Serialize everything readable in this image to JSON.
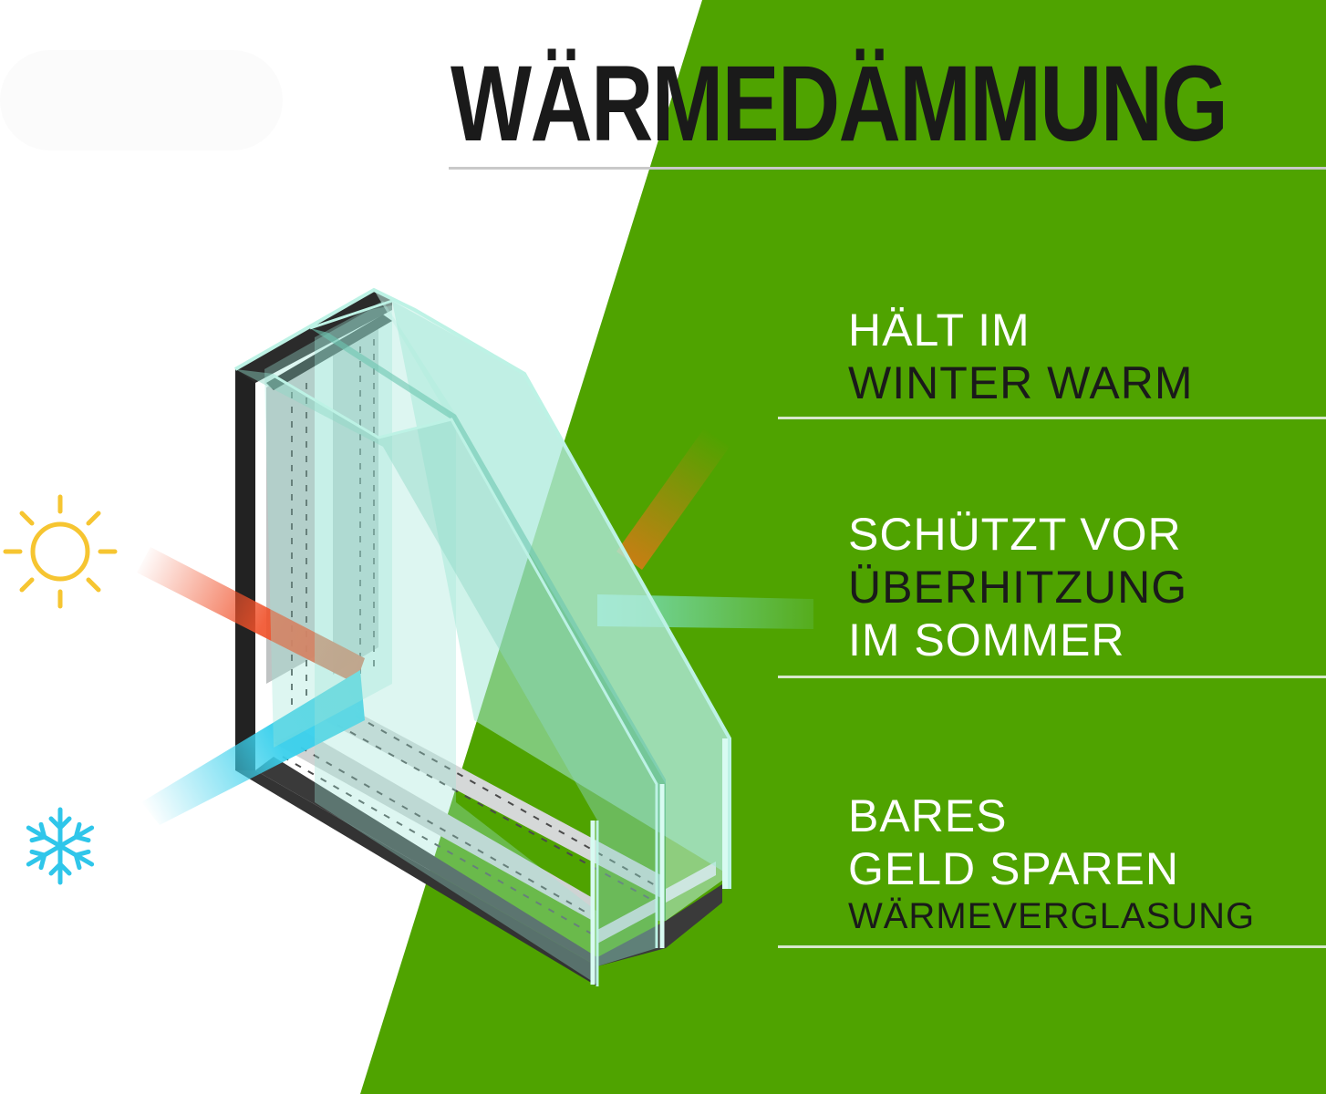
{
  "title": "WÄRMEDÄMMUNG",
  "colors": {
    "green": "#4fa300",
    "frame": "#2a2a2a",
    "glass": "#9ee6d6",
    "heat": "#f0512a",
    "cold": "#3ad0ec",
    "sun": "#f6c531"
  },
  "icons": {
    "sun": "sun-icon",
    "snowflake": "snowflake-icon"
  },
  "features": [
    {
      "lines": [
        "HÄLT IM",
        "WINTER WARM"
      ]
    },
    {
      "lines": [
        "SCHÜTZT VOR",
        "ÜBERHITZUNG",
        "IM SOMMER"
      ]
    },
    {
      "lines": [
        "BARES",
        "GELD SPAREN",
        "WÄRMEVERGLASUNG"
      ]
    }
  ]
}
